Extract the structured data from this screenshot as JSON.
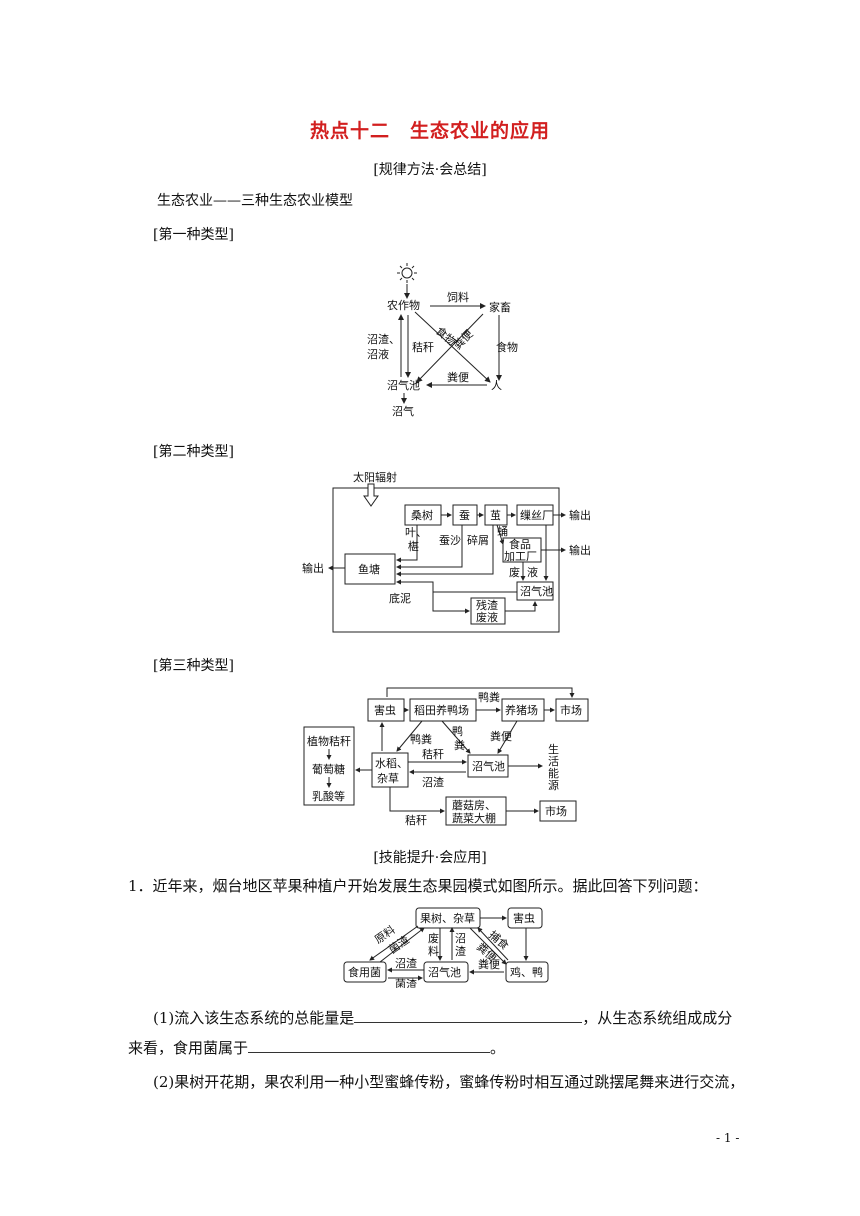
{
  "doc": {
    "title": "热点十二　生态农业的应用",
    "section1": "[规律方法·会总结]",
    "intro": "生态农业——三种生态农业模型",
    "type1": "[第一种类型]",
    "type2": "[第二种类型]",
    "type3": "[第三种类型]",
    "section2": "[技能提升·会应用]",
    "q1": "1．近年来，烟台地区苹果种植户开始发展生态果园模式如图所示。据此回答下列问题：",
    "q1_1a": "(1)流入该生态系统的总能量是",
    "q1_1b": "，从生态系统组成成分",
    "q1_1c": "来看，食用菌属于",
    "q1_1d": "。",
    "q1_2": "(2)果树开花期，果农利用一种小型蜜蜂传粉，蜜蜂传粉时相互通过跳摆尾舞来进行交流，",
    "page_number": "- 1 -"
  },
  "diagram1": {
    "crop": "农作物",
    "livestock": "家畜",
    "biogas": "沼气池",
    "person": "人",
    "gas": "沼气",
    "feed": "饲料",
    "food_a": "食物",
    "manure_a": "粪便",
    "food_b": "食物",
    "manure_b": "粪便",
    "straw": "秸秆",
    "residue1": "沼渣、",
    "residue2": "沼液",
    "sun_icon": "sun-icon"
  },
  "diagram2": {
    "sun": "太阳辐射",
    "mulberry": "桑树",
    "silkworm": "蚕",
    "cocoon": "茧",
    "factory": "缫丝厂",
    "foodproc1": "食品",
    "foodproc2": "加工厂",
    "fishpond": "鱼塘",
    "biogas": "沼气池",
    "residue1": "残渣",
    "residue2": "废液",
    "output_a": "输出",
    "output_b": "输出",
    "output_c": "输出",
    "leaf1": "叶、",
    "leaf2": "椹",
    "silk_sand": "蚕沙",
    "debris": "碎屑",
    "pupa": "蛹",
    "waste1": "废",
    "waste2": "液",
    "sediment": "底泥"
  },
  "diagram3": {
    "pests": "害虫",
    "duckfarm": "稻田养鸭场",
    "pigfarm": "养猪场",
    "market_a": "市场",
    "plant1": "植物秸秆",
    "plant2": "葡萄糖",
    "plant3": "乳酸等",
    "rice1": "水稻、",
    "rice2": "杂草",
    "biogas": "沼气池",
    "mush1": "蘑菇房、",
    "mush2": "蔬菜大棚",
    "market_b": "市场",
    "duck_manure_a": "鸭粪",
    "duck_manure_b": "鸭粪",
    "duck_manure_c1": "鸭",
    "duck_manure_c2": "粪",
    "manure": "粪便",
    "straw_a": "秸秆",
    "residue": "沼渣",
    "straw_b": "秸秆",
    "energy1": "生",
    "energy2": "活",
    "energy3": "能",
    "energy4": "源"
  },
  "diagram4": {
    "trees": "果树、杂草",
    "pests": "害虫",
    "fungus": "食用菌",
    "biogas": "沼气池",
    "poultry": "鸡、鸭",
    "raw1": "原料",
    "fungus_res": "菌渣",
    "waste1": "废",
    "waste2": "料",
    "residue1": "沼",
    "residue2": "渣",
    "prey": "捕食",
    "manure_a": "粪便",
    "residue_b": "沼渣",
    "fungus_res_b": "菌渣",
    "manure_b": "粪便"
  }
}
